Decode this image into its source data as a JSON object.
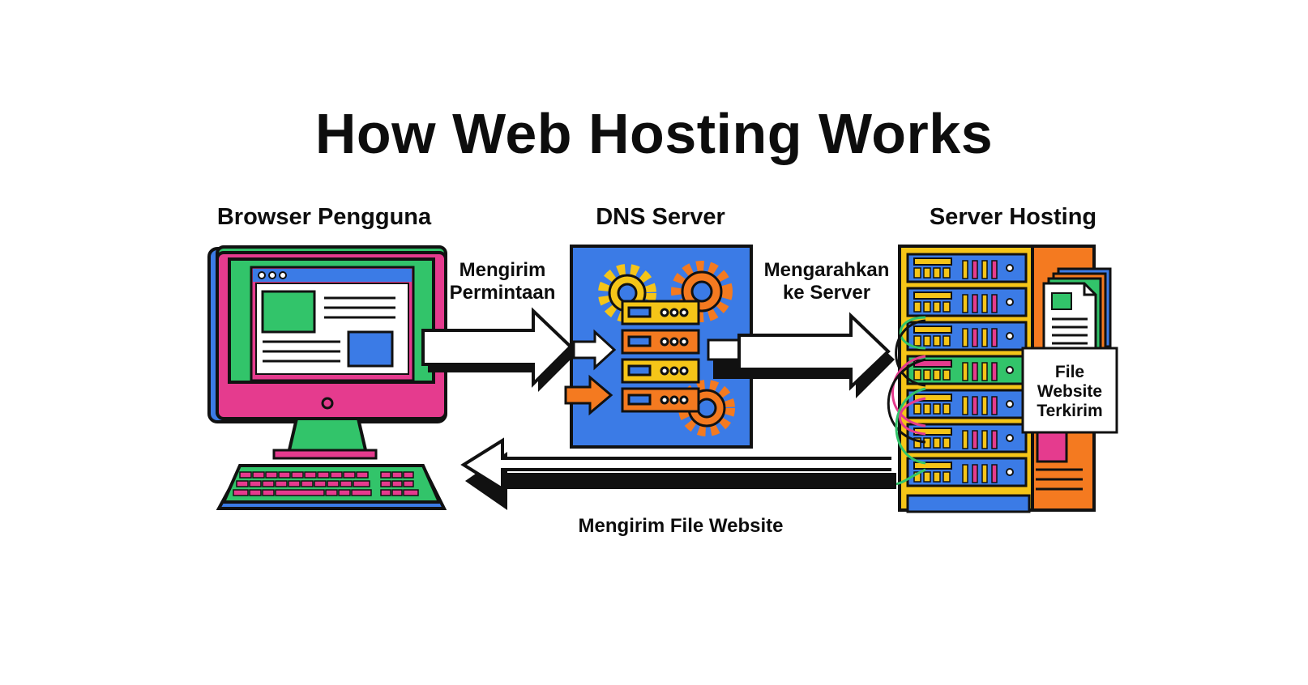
{
  "title": "How Web Hosting Works",
  "nodes": {
    "browser": "Browser Pengguna",
    "dns": "DNS Server",
    "hosting": "Server Hosting"
  },
  "edges": {
    "request": "Mengirim Permintaan",
    "redirect": "Mengarahkan ke Server",
    "send_files": "Mengirim File Website"
  },
  "file_badge": [
    "File",
    "Website",
    "Terkirim"
  ],
  "colors": {
    "blue": "#3b7be6",
    "green": "#32c46a",
    "pink": "#e53b8e",
    "yellow": "#f5c518",
    "orange": "#f47a20",
    "black": "#111111"
  },
  "icons": [
    "monitor-icon",
    "keyboard-icon",
    "gear-icon",
    "server-rack-icon",
    "document-icon",
    "arrow-icon"
  ]
}
